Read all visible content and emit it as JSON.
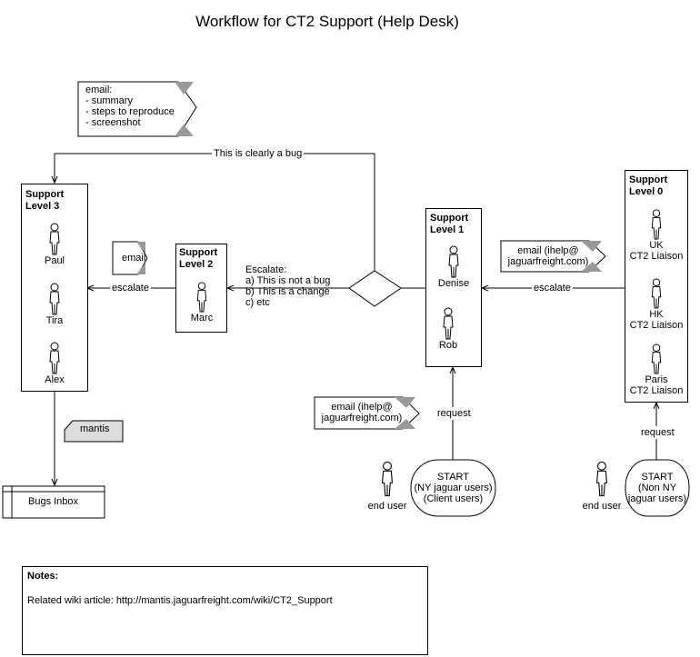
{
  "title": "Workflow for CT2 Support (Help Desk)",
  "email_note": {
    "lines": [
      "email:",
      "- summary",
      "- steps to reproduce",
      "- screenshot"
    ]
  },
  "bug_label": "This is clearly a bug",
  "level3": {
    "title_l1": "Support",
    "title_l2": "Level 3",
    "members": [
      "Paul",
      "Tira",
      "Alex"
    ]
  },
  "level2": {
    "title_l1": "Support",
    "title_l2": "Level 2",
    "members": [
      "Marc"
    ]
  },
  "level1": {
    "title_l1": "Support",
    "title_l2": "Level 1",
    "members": [
      "Denise",
      "Rob"
    ]
  },
  "level0": {
    "title_l1": "Support",
    "title_l2": "Level 0",
    "members": [
      [
        "UK",
        "CT2 Liaison"
      ],
      [
        "HK",
        "CT2 Liaison"
      ],
      [
        "Paris",
        "CT2 Liaison"
      ]
    ]
  },
  "email_small": "email",
  "escalate_label": "escalate",
  "escalate_decision": {
    "lines": [
      "Escalate:",
      "a) This is not a bug",
      "b) This is a change",
      "c) etc"
    ]
  },
  "email_ihelp": {
    "line1": "email  (ihelp@",
    "line2": "jaguarfreight.com)"
  },
  "request_label": "request",
  "mantis_label": "mantis",
  "bugs_inbox": "Bugs Inbox",
  "start_ny": {
    "line1": "START",
    "line2": "(NY jaguar users)",
    "line3": "(Client users)"
  },
  "start_non_ny": {
    "line1": "START",
    "line2": "(Non NY",
    "line3": "jaguar users)"
  },
  "end_user": "end user",
  "notes": {
    "heading": "Notes:",
    "text": "Related wiki article: http://mantis.jaguarfreight.com/wiki/CT2_Support"
  },
  "colors": {
    "line": "#000000",
    "flag_gray": "#999999",
    "note_fill": "#d9d9d9"
  }
}
